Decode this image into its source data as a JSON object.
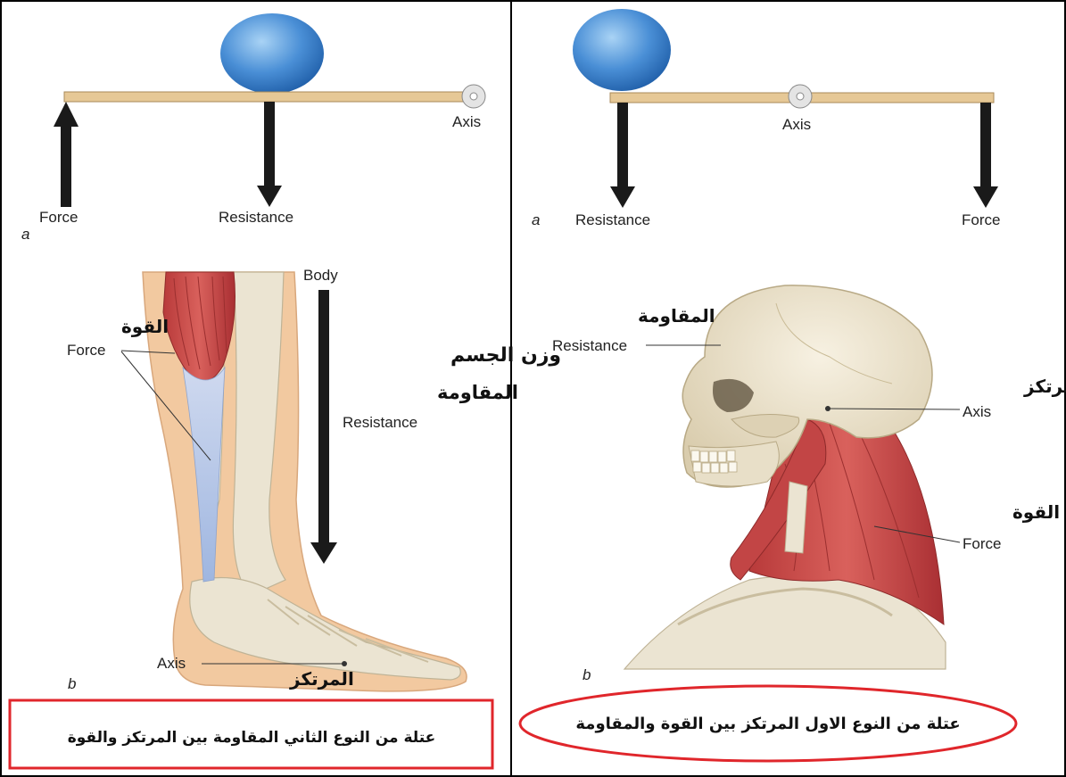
{
  "left_panel": {
    "lever_diagram": {
      "panel_letter": "a",
      "axis_label": "Axis",
      "force_label": "Force",
      "resistance_label": "Resistance"
    },
    "anatomy": {
      "panel_letter": "b",
      "body_label": "Body",
      "body_weight_ar": "وزن الجسم",
      "resistance_ar": "المقاومة",
      "resistance_en": "Resistance",
      "force_ar": "القوة",
      "force_en": "Force",
      "axis_en": "Axis",
      "axis_ar": "المرتكز"
    },
    "caption": "عتلة من النوع الثاني المقاومة بين المرتكز والقوة"
  },
  "right_panel": {
    "lever_diagram": {
      "panel_letter": "a",
      "axis_label": "Axis",
      "resistance_label": "Resistance",
      "force_label": "Force"
    },
    "anatomy": {
      "panel_letter": "b",
      "resistance_ar": "المقاومة",
      "resistance_en": "Resistance",
      "axis_ar": "المرتكز",
      "axis_en": "Axis",
      "force_ar": "القوة",
      "force_en": "Force"
    },
    "caption": "عتلة من النوع الاول المرتكز  بين القوة والمقاومة"
  },
  "colors": {
    "ball": "#4a8fd6",
    "beam": "#e6c896",
    "arrow": "#1a1a1a",
    "muscle": "#c94a4a",
    "bone": "#ebe4d2",
    "skin": "#f2c9a0",
    "caption_border": "#e0262b"
  }
}
